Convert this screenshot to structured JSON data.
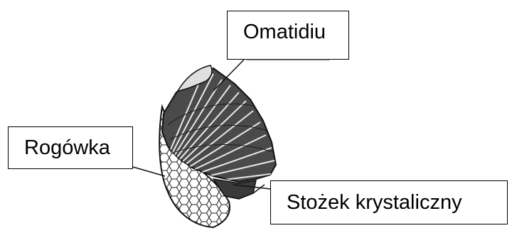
{
  "labels": {
    "omatidium": "Omatidiu",
    "cornea": "Rogówka",
    "crystalline_cone": "Stożek krystaliczny"
  },
  "colors": {
    "line": "#000000",
    "shading": "#3a3a3a",
    "background": "#ffffff"
  }
}
